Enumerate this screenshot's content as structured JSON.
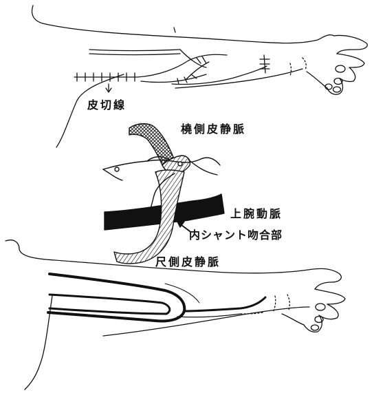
{
  "labels": {
    "skin_incision": "皮切線",
    "cephalic_vein": "橈側皮静脈",
    "brachial_artery": "上腕動脈",
    "internal_shunt_anastomosis": "内シャント吻合部",
    "basilic_vein": "尺側皮静脈"
  },
  "colors": {
    "ink": "#111111",
    "paper": "#ffffff"
  }
}
